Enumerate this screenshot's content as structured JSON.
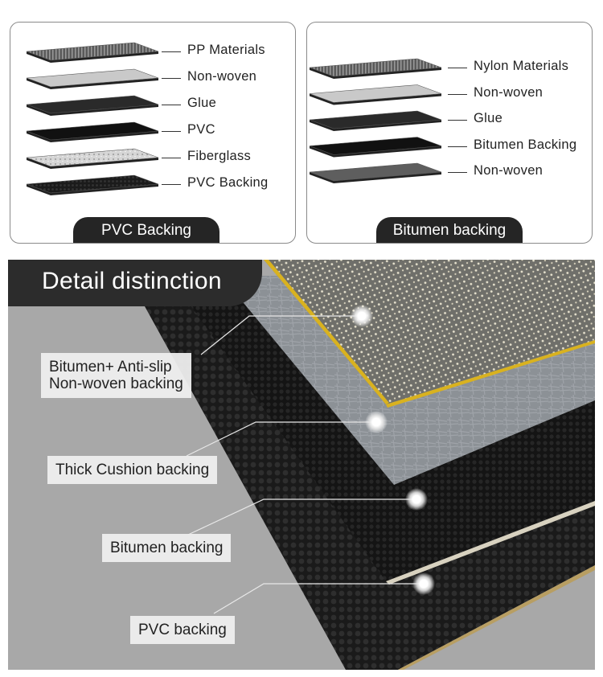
{
  "panels": [
    {
      "title": "PVC Backing",
      "layers": [
        {
          "label": "PP Materials",
          "pattern": "stripes"
        },
        {
          "label": "Non-woven",
          "pattern": "light"
        },
        {
          "label": "Glue",
          "pattern": "dark"
        },
        {
          "label": "PVC",
          "pattern": "black"
        },
        {
          "label": "Fiberglass",
          "pattern": "speckle"
        },
        {
          "label": "PVC Backing",
          "pattern": "texture"
        }
      ]
    },
    {
      "title": "Bitumen backing",
      "layers": [
        {
          "label": "Nylon Materials",
          "pattern": "stripes"
        },
        {
          "label": "Non-woven",
          "pattern": "light"
        },
        {
          "label": "Glue",
          "pattern": "dark"
        },
        {
          "label": "Bitumen Backing",
          "pattern": "black"
        },
        {
          "label": "Non-woven",
          "pattern": "grey"
        }
      ]
    }
  ],
  "detail": {
    "title": "Detail distinction",
    "callouts": [
      {
        "label": "Bitumen+ Anti-slip\nNon-woven backing"
      },
      {
        "label": "Thick Cushion backing"
      },
      {
        "label": "Bitumen backing"
      },
      {
        "label": "PVC backing"
      }
    ]
  }
}
